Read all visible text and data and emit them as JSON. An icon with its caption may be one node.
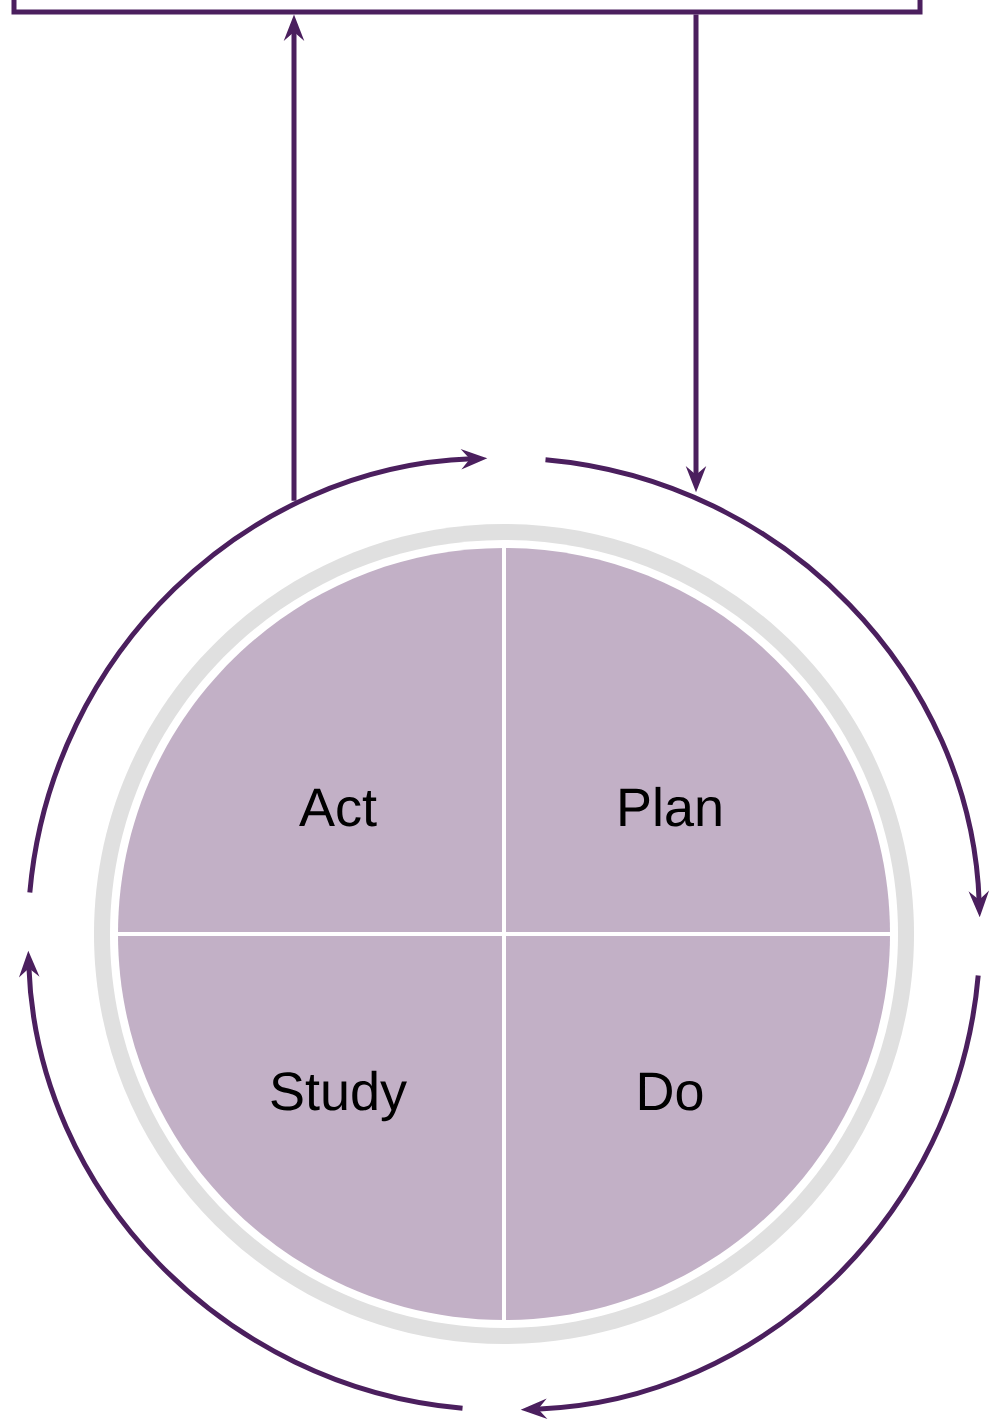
{
  "diagram": {
    "nodes": [
      {
        "text": [],
        "shape": "box"
      },
      {
        "text": [],
        "shape": "circle"
      },
      {
        "text": [
          "Act"
        ],
        "in": 1
      },
      {
        "text": [
          "Plan"
        ],
        "in": 1
      },
      {
        "text": [
          "Study"
        ],
        "in": 1
      },
      {
        "text": [
          "Do"
        ],
        "in": 1
      }
    ],
    "edges": [
      {
        "from": 1,
        "to": 0,
        "arrow": "to"
      },
      {
        "from": 0,
        "to": 1,
        "arrow": "to"
      }
    ]
  }
}
